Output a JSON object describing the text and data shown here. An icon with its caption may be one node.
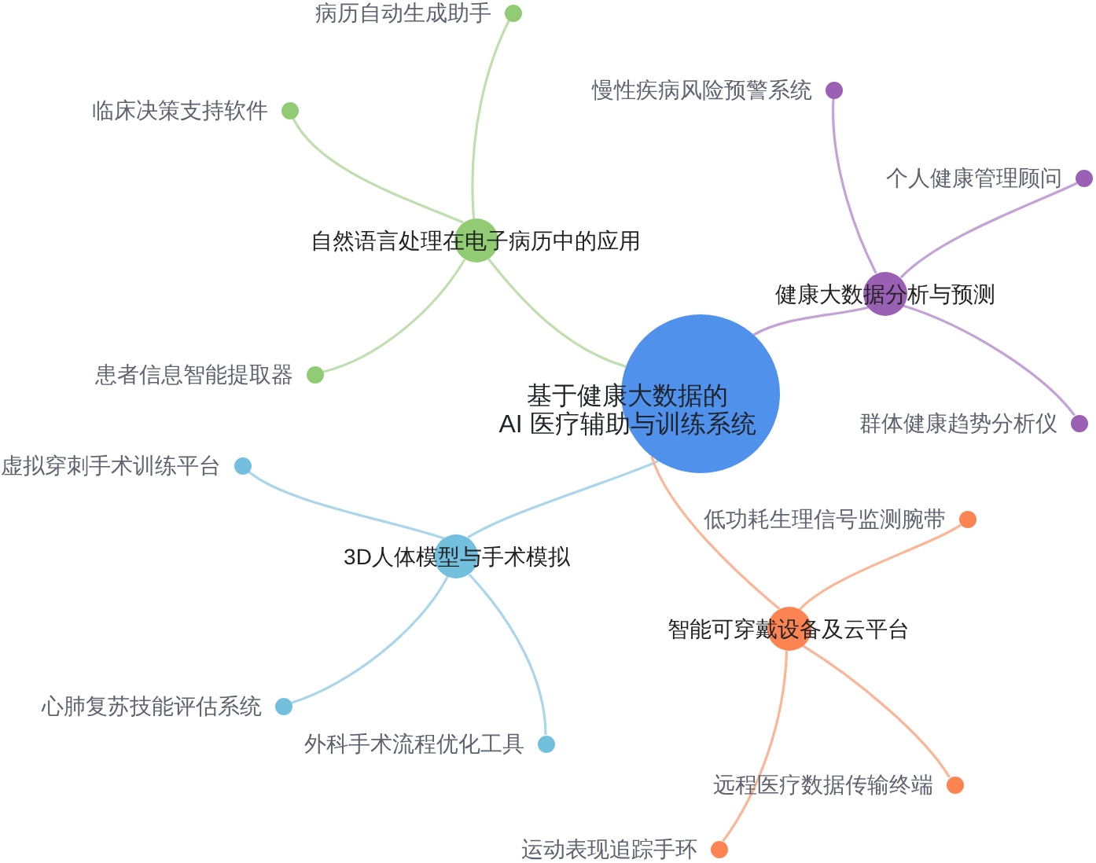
{
  "diagram": {
    "nodes": [
      {
        "text": [
          "基于健康大数据的 AI 医疗辅助与训练系统"
        ]
      },
      {
        "text": [
          "自然语言处理在电子病历中的应用"
        ]
      },
      {
        "text": [
          "病历自动生成助手"
        ]
      },
      {
        "text": [
          "临床决策支持软件"
        ]
      },
      {
        "text": [
          "患者信息智能提取器"
        ]
      },
      {
        "text": [
          "健康大数据分析与预测"
        ]
      },
      {
        "text": [
          "慢性疾病风险预警系统"
        ]
      },
      {
        "text": [
          "个人健康管理顾问"
        ]
      },
      {
        "text": [
          "群体健康趋势分析仪"
        ]
      },
      {
        "text": [
          "3D人体模型与手术模拟"
        ]
      },
      {
        "text": [
          "虚拟穿刺手术训练平台"
        ]
      },
      {
        "text": [
          "心肺复苏技能评估系统"
        ]
      },
      {
        "text": [
          "外科手术流程优化工具"
        ]
      },
      {
        "text": [
          "智能可穿戴设备及云平台"
        ]
      },
      {
        "text": [
          "低功耗生理信号监测腕带"
        ]
      },
      {
        "text": [
          "远程医疗数据传输终端"
        ]
      },
      {
        "text": [
          "运动表现追踪手环"
        ]
      }
    ],
    "edges": [
      {
        "from": 0,
        "to": 1,
        "arrow": "none",
        "color": "#bfdfae"
      },
      {
        "from": 1,
        "to": 2,
        "arrow": "none",
        "color": "#bfdfae"
      },
      {
        "from": 1,
        "to": 3,
        "arrow": "none",
        "color": "#bfdfae"
      },
      {
        "from": 1,
        "to": 4,
        "arrow": "none",
        "color": "#bfdfae"
      },
      {
        "from": 0,
        "to": 5,
        "arrow": "none",
        "color": "#c4a2d6"
      },
      {
        "from": 5,
        "to": 6,
        "arrow": "none",
        "color": "#c4a2d6"
      },
      {
        "from": 5,
        "to": 7,
        "arrow": "none",
        "color": "#c4a2d6"
      },
      {
        "from": 5,
        "to": 8,
        "arrow": "none",
        "color": "#c4a2d6"
      },
      {
        "from": 0,
        "to": 9,
        "arrow": "none",
        "color": "#a9d6ea"
      },
      {
        "from": 9,
        "to": 10,
        "arrow": "none",
        "color": "#a9d6ea"
      },
      {
        "from": 9,
        "to": 11,
        "arrow": "none",
        "color": "#a9d6ea"
      },
      {
        "from": 9,
        "to": 12,
        "arrow": "none",
        "color": "#a9d6ea"
      },
      {
        "from": 0,
        "to": 13,
        "arrow": "none",
        "color": "#fbb597"
      },
      {
        "from": 13,
        "to": 14,
        "arrow": "none",
        "color": "#fbb597"
      },
      {
        "from": 13,
        "to": 15,
        "arrow": "none",
        "color": "#fbb597"
      },
      {
        "from": 13,
        "to": 16,
        "arrow": "none",
        "color": "#fbb597"
      }
    ]
  }
}
